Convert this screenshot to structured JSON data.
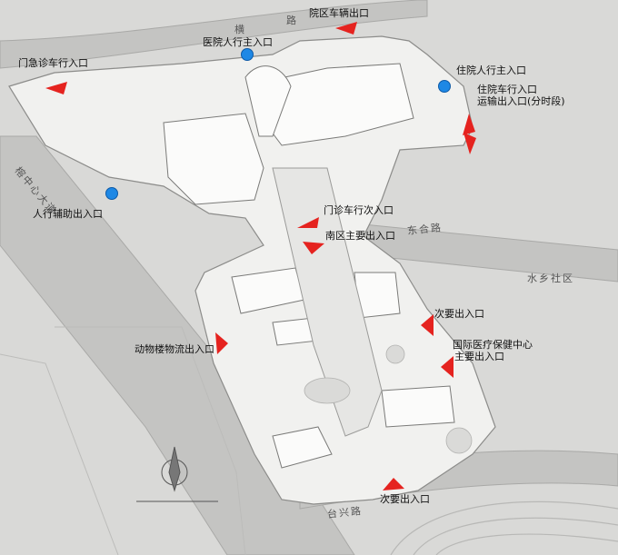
{
  "colors": {
    "entrance_arrow": "#e5231f",
    "pedestrian_dot": "#1e88e5",
    "site": "#f1f1ef",
    "road": "#c4c4c2",
    "background": "#d9d9d7"
  },
  "legend": {
    "arrow_meaning": "vehicle-entrance",
    "dot_meaning": "pedestrian-entrance"
  },
  "labels": {
    "hospital_ped_main": "医院人行主入口",
    "campus_vehicle": "院区车辆出口",
    "er_vehicle": "门急诊车行入口",
    "inpatient_ped_main": "住院人行主入口",
    "inpatient_vehicle": "住院车行入口",
    "transport_timed": "运输出入口(分时段)",
    "ped_aux": "人行辅助出入口",
    "outpatient_secondary": "门诊车行次入口",
    "south_main": "南区主要出入口",
    "secondary_east": "次要出入口",
    "animal_logistics": "动物楼物流出入口",
    "intl_center_line1": "国际医疗保健中心",
    "intl_center_line2": "主要出入口",
    "secondary_south": "次要出入口"
  },
  "roads": {
    "north_left": "横",
    "north_right": "路",
    "west_diag": "榕中心大道",
    "east": "东合路",
    "district": "水乡社区",
    "south": "台兴路"
  }
}
